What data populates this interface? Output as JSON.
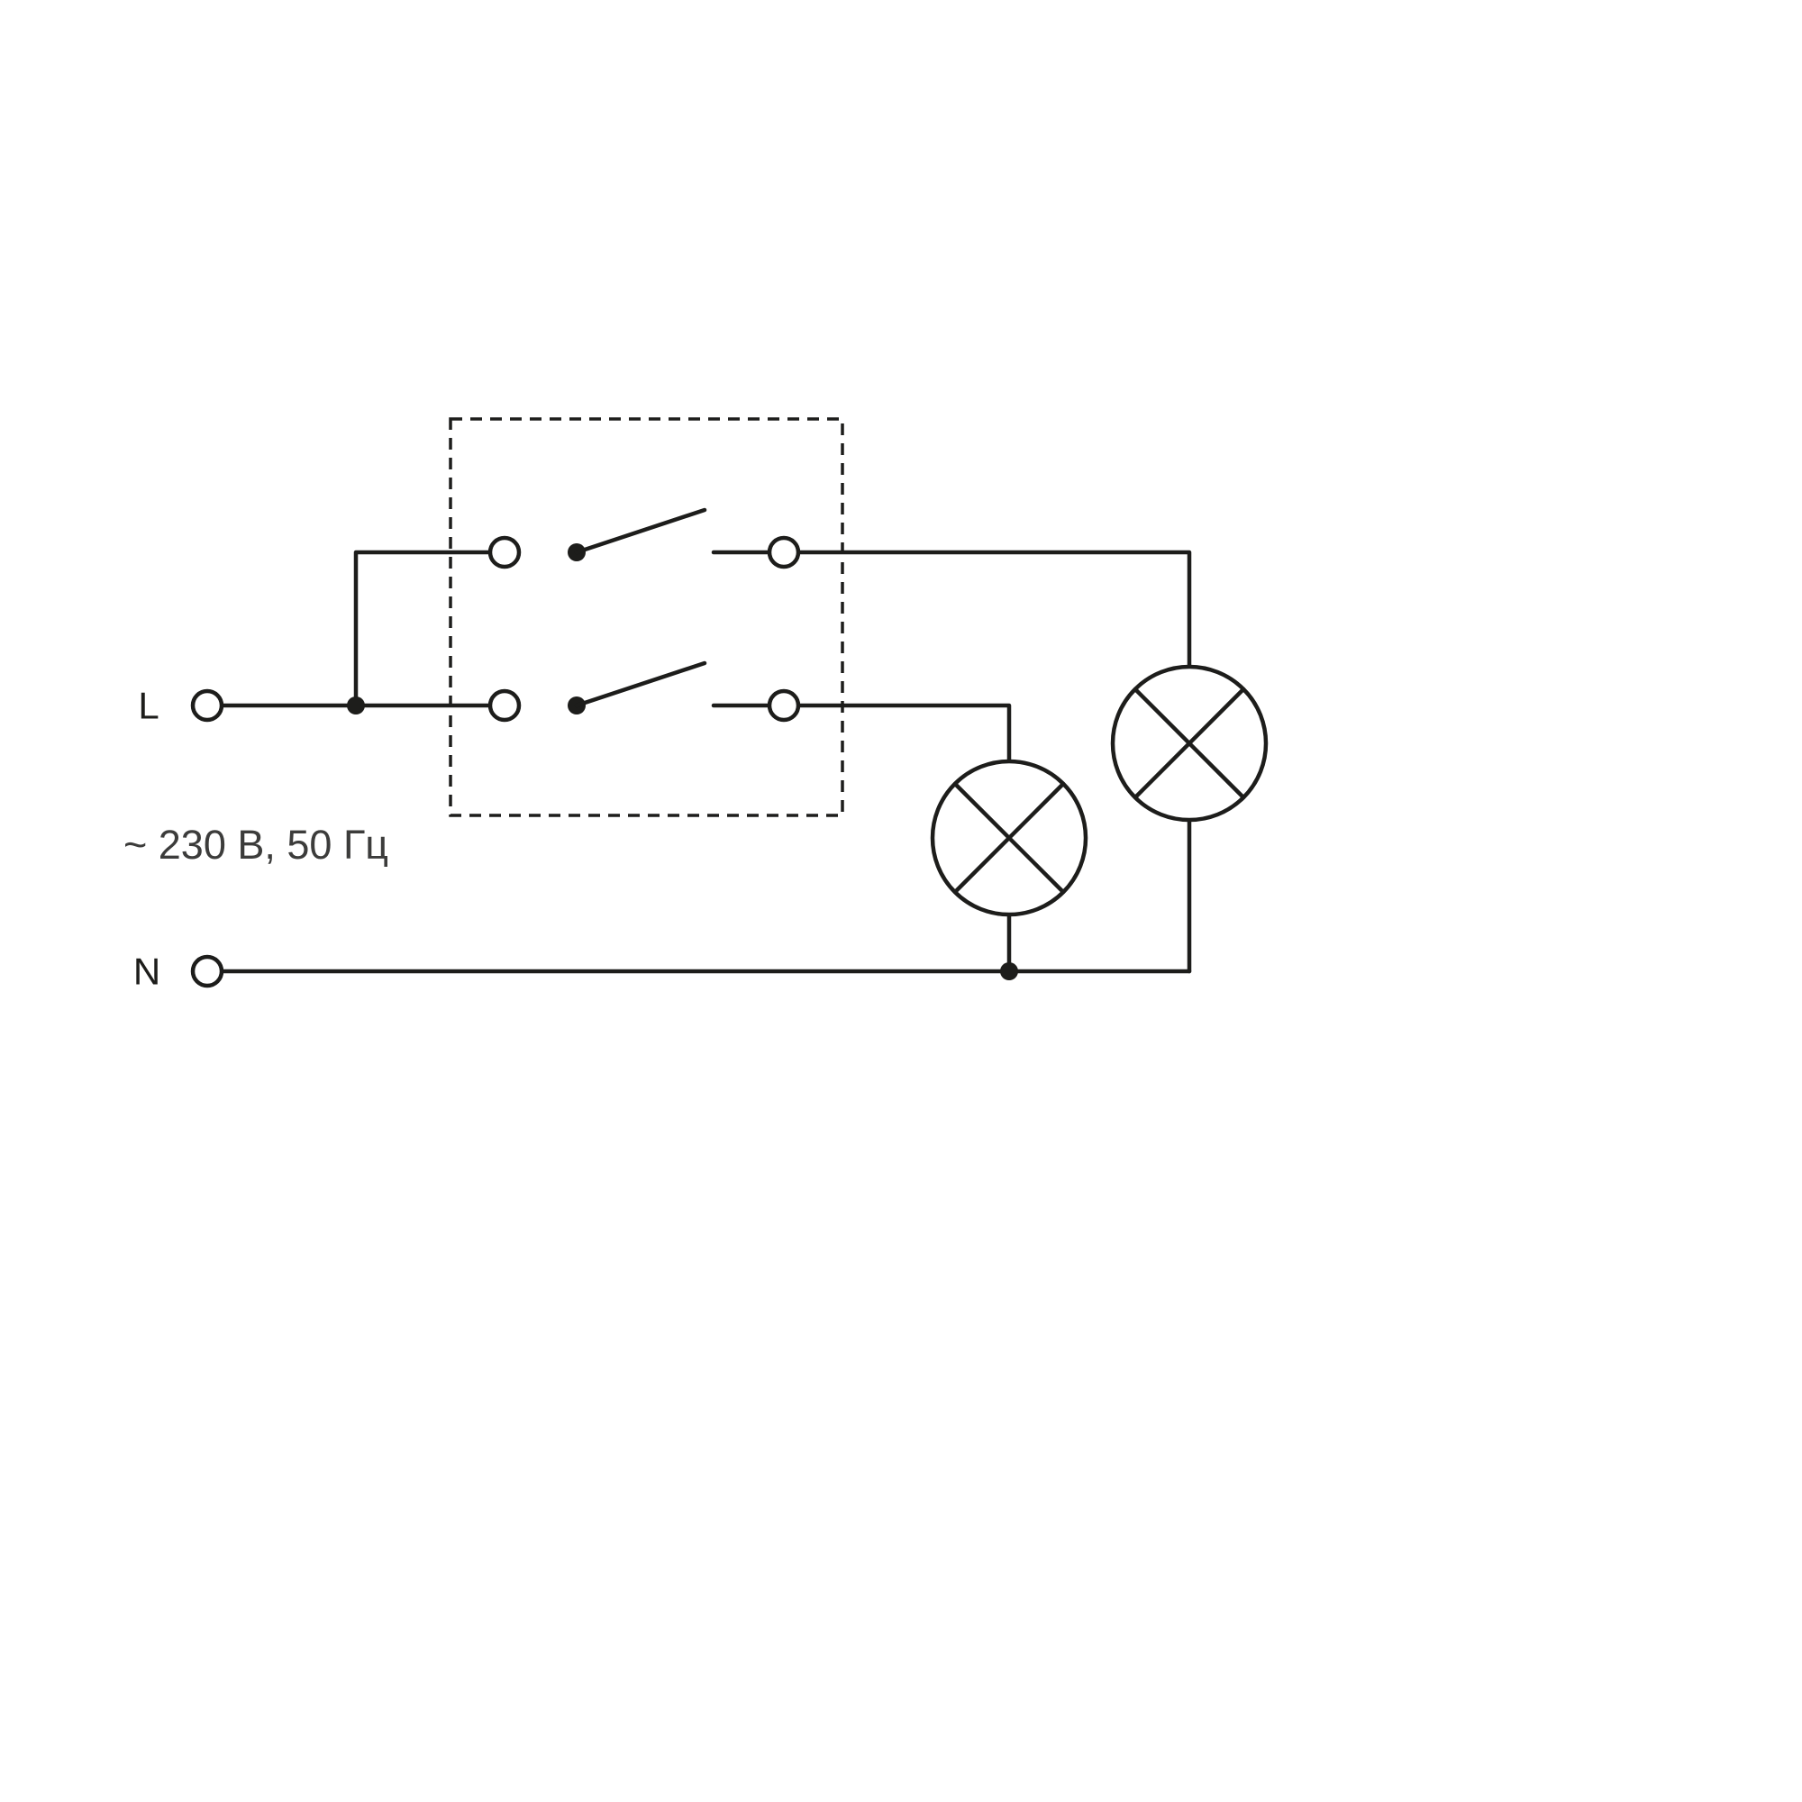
{
  "diagram": {
    "labels": {
      "line": "L",
      "neutral": "N",
      "rating": "~ 230 В, 50 Гц"
    },
    "colors": {
      "stroke": "#1d1d1b",
      "background": "#ffffff"
    },
    "components": [
      {
        "id": "terminal-L",
        "type": "supply-terminal",
        "label": "L"
      },
      {
        "id": "terminal-N",
        "type": "supply-terminal",
        "label": "N"
      },
      {
        "id": "switch-1",
        "type": "single-pole-switch"
      },
      {
        "id": "switch-2",
        "type": "single-pole-switch"
      },
      {
        "id": "lamp-1",
        "type": "lamp"
      },
      {
        "id": "lamp-2",
        "type": "lamp"
      },
      {
        "id": "switch-enclosure",
        "type": "dashed-boundary"
      }
    ]
  }
}
